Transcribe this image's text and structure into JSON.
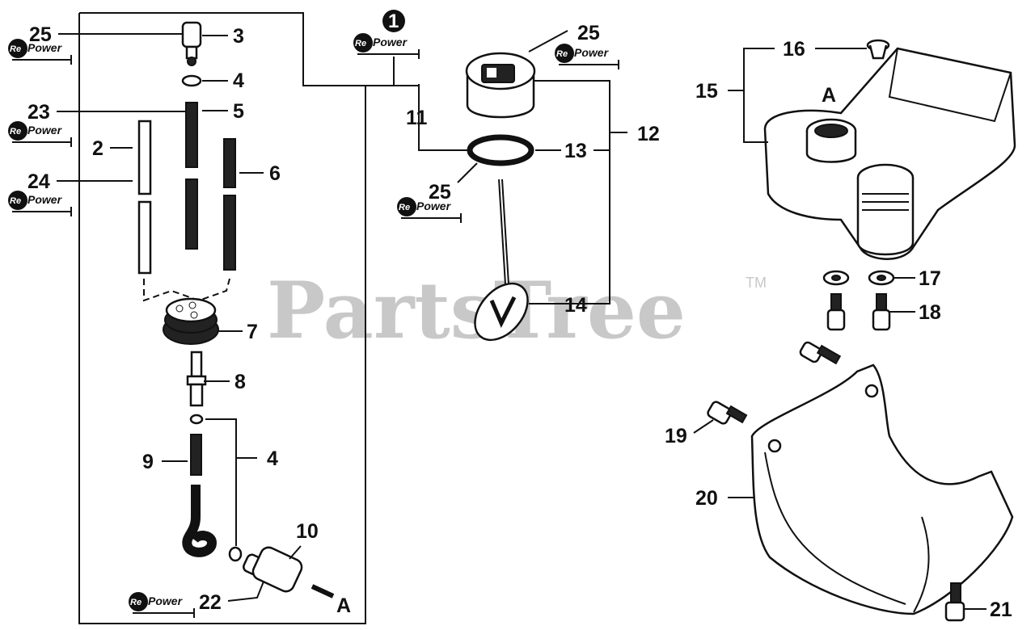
{
  "watermark": {
    "text": "PartsTree",
    "trademark": "TM"
  },
  "repower_badge": {
    "re": "Re",
    "power": "Power"
  },
  "callout": {
    "number": "1"
  },
  "labels": {
    "n25a": "25",
    "n3": "3",
    "n4a": "4",
    "n23": "23",
    "n5": "5",
    "n2": "2",
    "n24": "24",
    "n6": "6",
    "n7": "7",
    "n8": "8",
    "n9": "9",
    "n4b": "4",
    "n10": "10",
    "n22": "22",
    "nA1": "A",
    "n11": "11",
    "n25b": "25",
    "n12": "12",
    "n13": "13",
    "n25c": "25",
    "n14": "14",
    "n15": "15",
    "n16": "16",
    "nA2": "A",
    "n17": "17",
    "n18": "18",
    "n19": "19",
    "n20": "20",
    "n21": "21"
  }
}
